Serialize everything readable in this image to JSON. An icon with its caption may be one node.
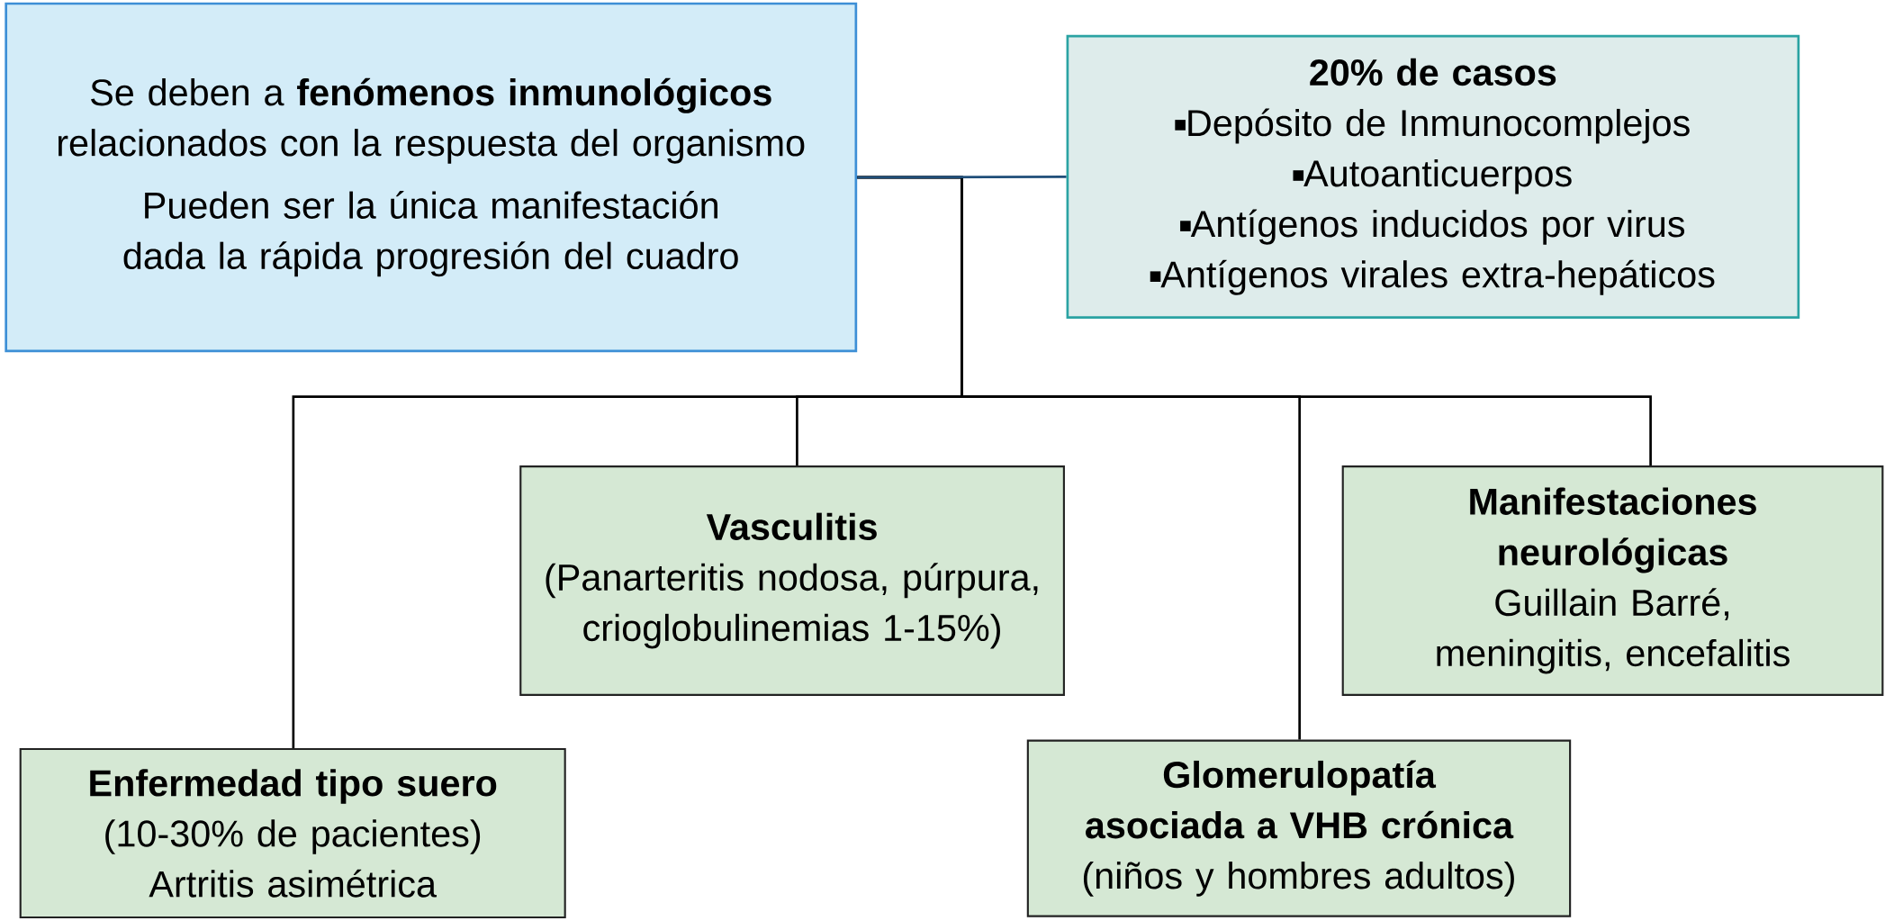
{
  "diagram": {
    "nodes": [
      {
        "text": [
          "Se deben a **fenómenos inmunológicos** relacionados con la respuesta del organismo",
          "Pueden ser la única manifestación dada la rápida progresión del cuadro"
        ]
      },
      {
        "text": [
          "20% de casos",
          "Depósito de Inmunocomplejos",
          "Autoanticuerpos",
          "Antígenos inducidos por virus",
          "Antígenos virales extra-hepáticos"
        ]
      },
      {
        "text": [
          "Vasculitis",
          "(Panarteritis nodosa, púrpura, crioglobulinemias 1-15%)"
        ]
      },
      {
        "text": [
          "Manifestaciones neurológicas",
          "Guillain Barré, meningitis, encefalitis"
        ]
      },
      {
        "text": [
          "Enfermedad tipo suero",
          "(10-30% de pacientes)",
          "Artritis asimétrica"
        ]
      },
      {
        "text": [
          "Glomerulopatía asociada a VHB crónica",
          "(niños y hombres adultos)"
        ]
      }
    ],
    "edges": [
      {
        "from": 0,
        "to": 1,
        "arrow": "none",
        "color": "#1f4e79"
      },
      {
        "from": 0,
        "to": 4,
        "arrow": "none"
      },
      {
        "from": 0,
        "to": 2,
        "arrow": "none"
      },
      {
        "from": 0,
        "to": 5,
        "arrow": "none"
      },
      {
        "from": 0,
        "to": 3,
        "arrow": "none"
      }
    ]
  }
}
